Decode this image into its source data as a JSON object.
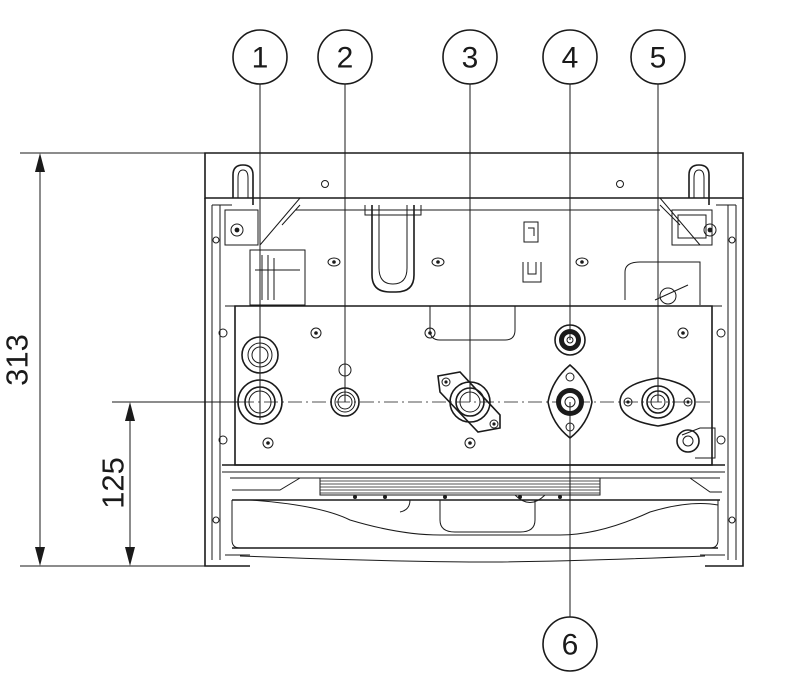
{
  "callouts": [
    {
      "label": "1"
    },
    {
      "label": "2"
    },
    {
      "label": "3"
    },
    {
      "label": "4"
    },
    {
      "label": "5"
    },
    {
      "label": "6"
    }
  ],
  "dimensions": {
    "overall_height": "313",
    "connection_height": "125"
  }
}
